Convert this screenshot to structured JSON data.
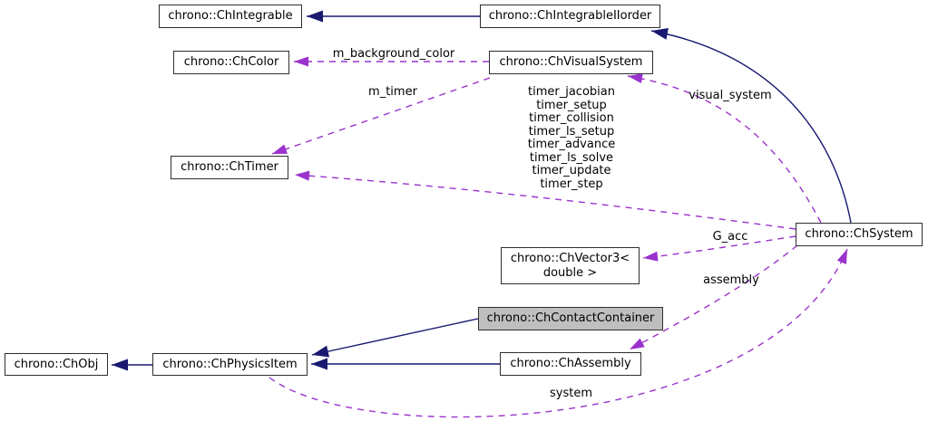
{
  "nodes": {
    "ch_integrable": {
      "label": "chrono::ChIntegrable"
    },
    "ch_integrable_iiorder": {
      "label": "chrono::ChIntegrableIIorder"
    },
    "ch_color": {
      "label": "chrono::ChColor"
    },
    "ch_visual_system": {
      "label": "chrono::ChVisualSystem"
    },
    "ch_timer": {
      "label": "chrono::ChTimer"
    },
    "ch_system": {
      "label": "chrono::ChSystem"
    },
    "ch_vector3": {
      "label": "chrono::ChVector3<\ndouble >"
    },
    "ch_contact_container": {
      "label": "chrono::ChContactContainer"
    },
    "ch_obj": {
      "label": "chrono::ChObj"
    },
    "ch_physics_item": {
      "label": "chrono::ChPhysicsItem"
    },
    "ch_assembly": {
      "label": "chrono::ChAssembly"
    }
  },
  "edge_labels": {
    "m_background_color": "m_background_color",
    "m_timer": "m_timer",
    "timers": [
      "timer_jacobian",
      "timer_setup",
      "timer_collision",
      "timer_ls_setup",
      "timer_advance",
      "timer_ls_solve",
      "timer_update",
      "timer_step"
    ],
    "visual_system": "visual_system",
    "g_acc": "G_acc",
    "assembly": "assembly",
    "system": "system"
  },
  "colors": {
    "inheritance_edge": "#191970",
    "usage_edge": "#9a32cd",
    "node_border": "#2e2e2e",
    "node_fill": "#ffffff",
    "highlighted_node_fill": "#bfbfbf",
    "text": "#000000",
    "background": "#ffffff"
  }
}
